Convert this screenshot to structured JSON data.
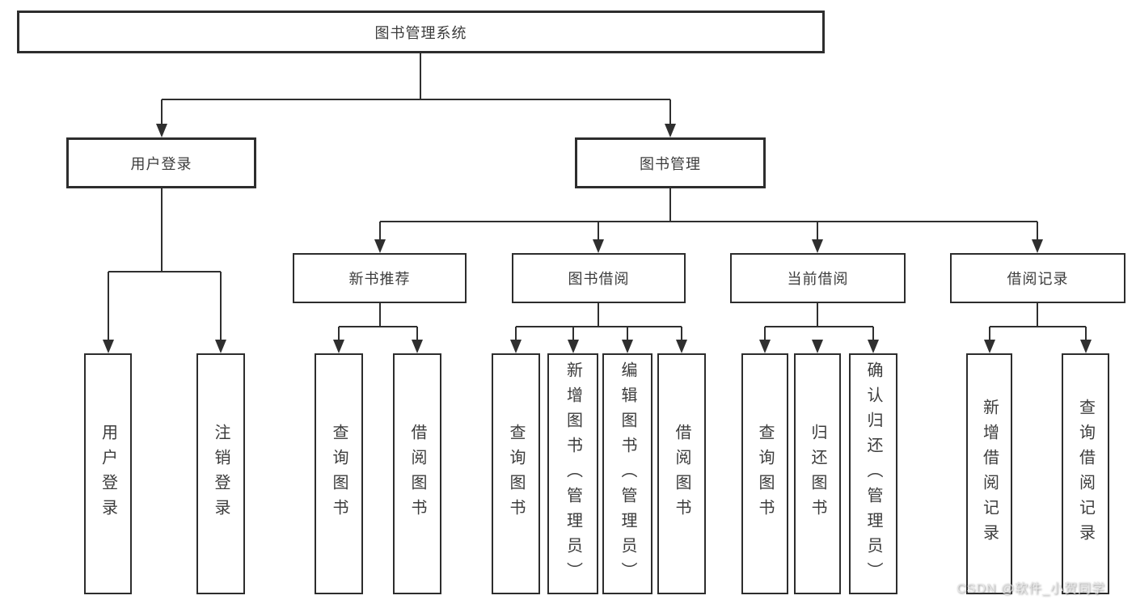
{
  "diagram": {
    "root": "图书管理系统",
    "level2": [
      "用户登录",
      "图书管理"
    ],
    "level3": [
      "新书推荐",
      "图书借阅",
      "当前借阅",
      "借阅记录"
    ],
    "leaves": {
      "userLogin": [
        "用户登录",
        "注销登录"
      ],
      "newBook": [
        "查询图书",
        "借阅图书"
      ],
      "bookBorrow": [
        "查询图书",
        "新增图书（管理员）",
        "编辑图书（管理员）",
        "借阅图书"
      ],
      "currentBorrow": [
        "查询图书",
        "归还图书",
        "确认归还（管理员）"
      ],
      "borrowRecord": [
        "新增借阅记录",
        "查询借阅记录"
      ]
    }
  },
  "watermark": "CSDN @软件_小贺同学",
  "colors": {
    "line": "#2f2f2f",
    "text": "#3c3c3c",
    "background": "#ffffff",
    "watermark": "#e8e8e8"
  }
}
